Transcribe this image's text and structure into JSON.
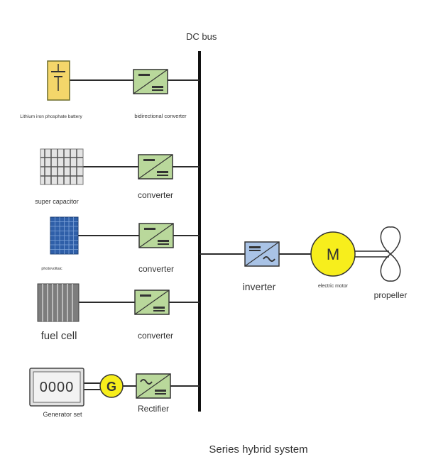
{
  "bus": {
    "label": "DC bus"
  },
  "sources": [
    {
      "label": "Lithium iron phosphate battery",
      "converter_label": "bidirectional converter",
      "kind": "battery"
    },
    {
      "label": "super capacitor",
      "converter_label": "converter",
      "kind": "capacitor"
    },
    {
      "label": "photovoltaic",
      "converter_label": "converter",
      "kind": "pv"
    },
    {
      "label": "fuel cell",
      "converter_label": "converter",
      "kind": "fuelcell"
    },
    {
      "label": "Generator set",
      "converter_label": "Rectifier",
      "kind": "generator"
    }
  ],
  "generator": {
    "symbol": "G",
    "digits": "0000"
  },
  "inverter": {
    "label": "inverter"
  },
  "motor": {
    "label": "electric motor",
    "symbol": "M"
  },
  "propeller": {
    "label": "propeller"
  },
  "caption": "Series hybrid system",
  "colors": {
    "converter_fill": "#b9d89b",
    "inverter_fill": "#a9c3e6",
    "battery_fill": "#f4d66a",
    "motor_fill": "#f7ee1c",
    "line": "#2b2b2b"
  }
}
